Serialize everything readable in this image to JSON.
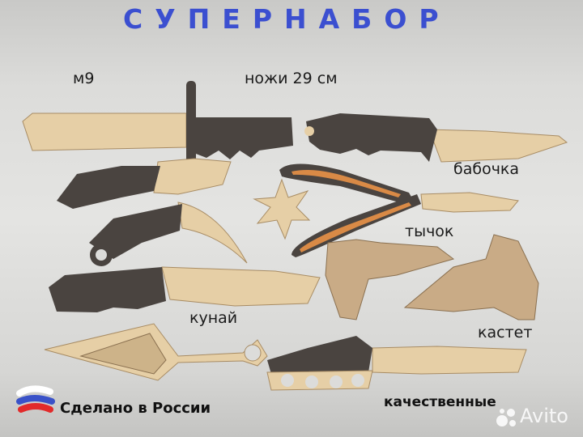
{
  "title": "СУПЕРНАБОР",
  "labels": {
    "m9": "м9",
    "size": "ножи 29 см",
    "butterfly": "бабочка",
    "push": "тычок",
    "kunai": "кунай",
    "knuckles": "кастет"
  },
  "footer": {
    "made_in": "Сделано в России",
    "quality": "качественные"
  },
  "watermark": "Avito",
  "colors": {
    "title": "#3b4fd0",
    "wood_light": "#e6cfa6",
    "wood_dark": "#4a4440",
    "mdf": "#c9ab86",
    "orange": "#d98a46"
  }
}
